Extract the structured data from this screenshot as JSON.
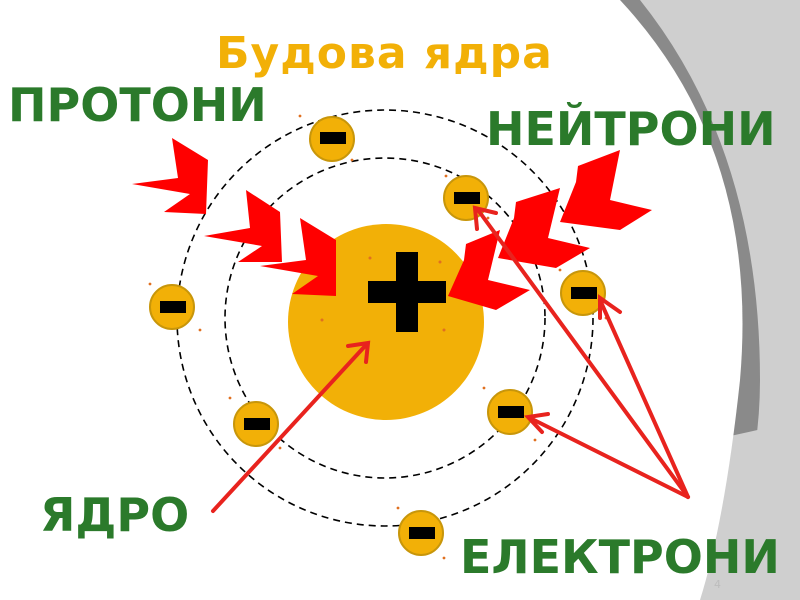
{
  "title": "Будова ядра",
  "labels": {
    "protons": "ПРОТОНИ",
    "neutrons": "НЕЙТРОНИ",
    "nucleus": "ЯДРО",
    "electrons": "ЕЛЕКТРОНИ"
  },
  "page_number": "4",
  "nucleus_symbol": "+",
  "electron_symbol": "−",
  "electron_count": 7,
  "colors": {
    "background_gray": "#8a8a8a",
    "background_light_gray": "#d0d0d0",
    "slide_white": "#ffffff",
    "title_color": "#f2b007",
    "label_color": "#2b7a2b",
    "nucleus_fill": "#f2b007",
    "electron_fill": "#f2b007",
    "electron_stroke": "#c8960a",
    "arrow_red": "#ff0000",
    "pointer_red": "#e8231e",
    "orbit_stroke": "#000000"
  }
}
